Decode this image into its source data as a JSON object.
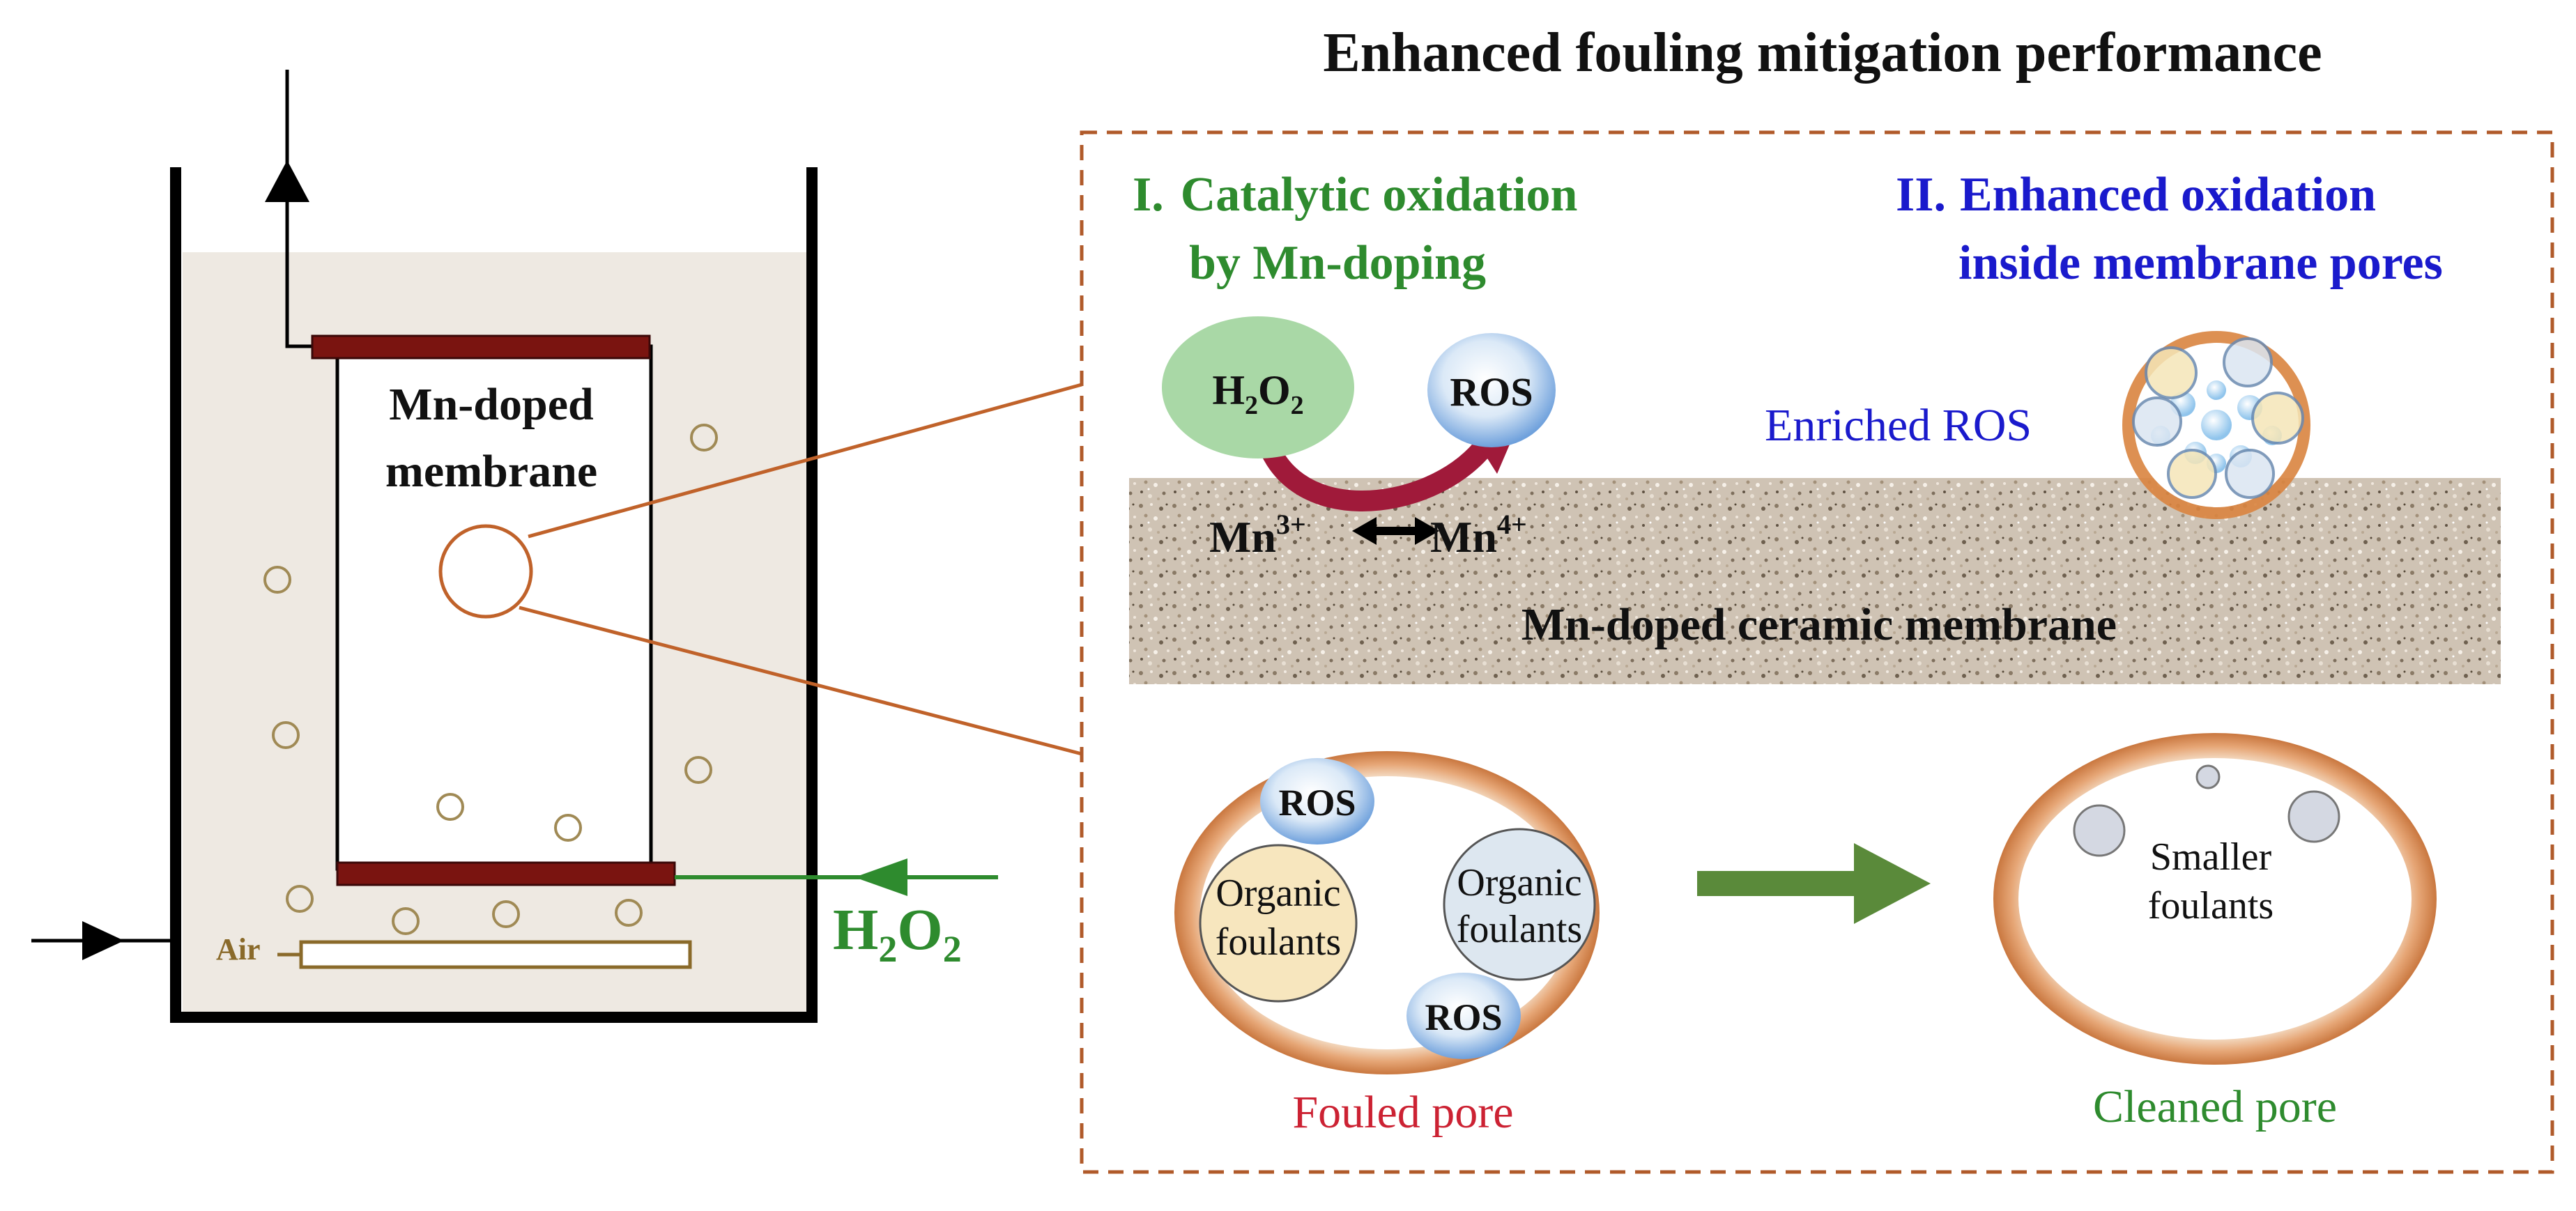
{
  "title": "Enhanced fouling mitigation performance",
  "reactor": {
    "membrane_label_line1": "Mn-doped",
    "membrane_label_line2": "membrane",
    "air_label": "Air",
    "h2o2_label": {
      "base1": "H",
      "sub1": "2",
      "base2": "O",
      "sub2": "2"
    }
  },
  "section1": {
    "numeral": "I.",
    "line1": "Catalytic  oxidation",
    "line2": "by Mn-doping"
  },
  "section2": {
    "numeral": "II.",
    "line1": "Enhanced oxidation",
    "line2": "inside membrane pores"
  },
  "cycle": {
    "h2o2": {
      "base1": "H",
      "sub1": "2",
      "base2": "O",
      "sub2": "2"
    },
    "ros": "ROS",
    "mn3": {
      "base": "Mn",
      "sup": "3+"
    },
    "mn4": {
      "base": "Mn",
      "sup": "4+"
    }
  },
  "enriched_ros_label": "Enriched ROS",
  "membrane_strip_label": "Mn-doped ceramic membrane",
  "fouled_pore": {
    "ros_top": "ROS",
    "ros_bottom": "ROS",
    "foulant_left_line1": "Organic",
    "foulant_left_line2": "foulants",
    "foulant_right_line1": "Organic",
    "foulant_right_line2": "foulants",
    "caption": "Fouled pore"
  },
  "cleaned_pore": {
    "text_line1": "Smaller",
    "text_line2": "foulants",
    "caption": "Cleaned pore"
  },
  "colors": {
    "green_text": "#2e8b2e",
    "blue_text": "#1a1acc",
    "red_text": "#cc2233",
    "orange_line": "#c0622a",
    "dark_red_plate": "#7a1410",
    "arrow_green": "#5a8a3a",
    "curve_arrow": "#a01a3a"
  }
}
